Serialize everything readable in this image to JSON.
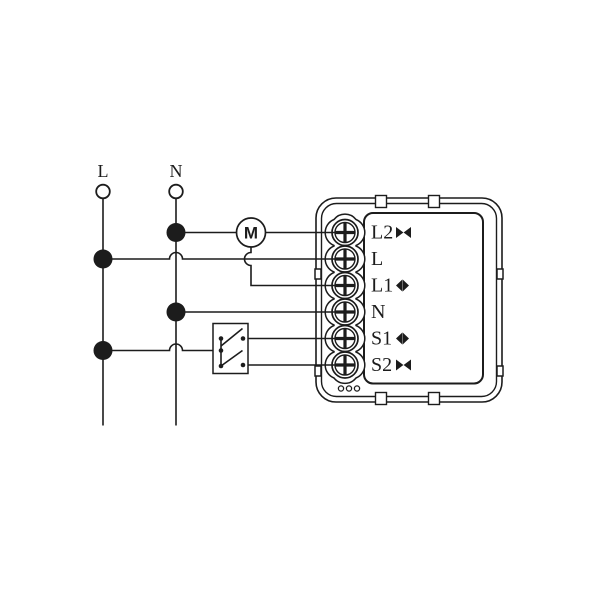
{
  "diagram": {
    "title_note": "",
    "supply": {
      "l_label": "L",
      "n_label": "N"
    },
    "motor": {
      "label": "M"
    },
    "switch": {
      "type": "double-momentary-switch",
      "contacts": 2
    },
    "module": {
      "terminals": [
        {
          "label": "L2",
          "glyph": "▶◀",
          "glyph_name": "close-arrows-icon"
        },
        {
          "label": "L",
          "glyph": "",
          "glyph_name": ""
        },
        {
          "label": "L1",
          "glyph": "◀▶",
          "glyph_name": "open-arrows-icon"
        },
        {
          "label": "N",
          "glyph": "",
          "glyph_name": ""
        },
        {
          "label": "S1",
          "glyph": "◀▶",
          "glyph_name": "open-arrows-icon"
        },
        {
          "label": "S2",
          "glyph": "▶◀",
          "glyph_name": "close-arrows-icon"
        }
      ],
      "screw_count": 6,
      "vent_holes": 3
    },
    "colors": {
      "line": "#1c1c1c",
      "background": "#ffffff"
    }
  }
}
